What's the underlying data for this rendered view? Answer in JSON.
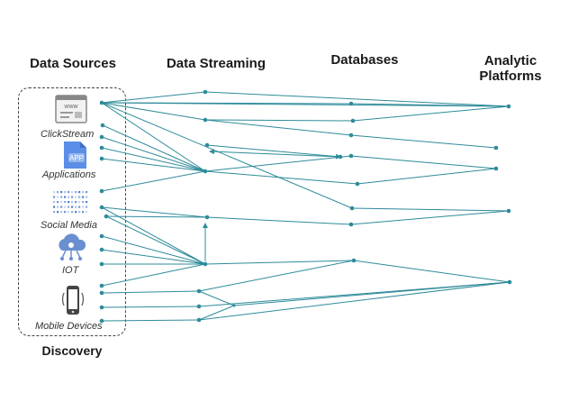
{
  "headers": {
    "data_sources": "Data Sources",
    "data_streaming": "Data Streaming",
    "databases": "Databases",
    "analytic_platforms": "Analytic Platforms"
  },
  "footer": {
    "discovery": "Discovery"
  },
  "sources": {
    "clickstream": {
      "label": "ClickStream",
      "icon": "browser-window-icon",
      "icon_text": "www"
    },
    "applications": {
      "label": "Applications",
      "icon": "app-document-icon",
      "icon_text": "APP"
    },
    "social_media": {
      "label": "Social Media",
      "icon": "social-grid-icon"
    },
    "iot": {
      "label": "IOT",
      "icon": "cloud-network-icon"
    },
    "mobile_devices": {
      "label": "Mobile Devices",
      "icon": "smartphone-icon"
    }
  },
  "colors": {
    "line": "#2e8b9a",
    "node": "#2e8b9a",
    "text": "#1a1a1a",
    "box_border": "#444444"
  }
}
